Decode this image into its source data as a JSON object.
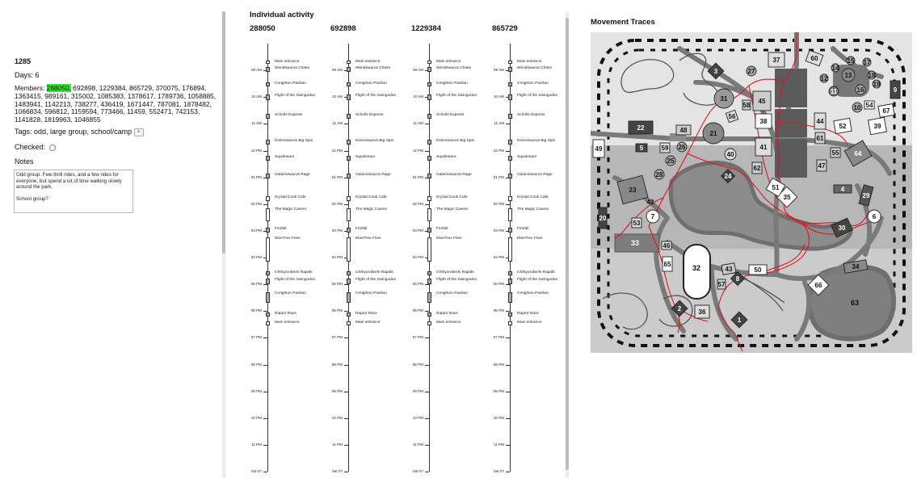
{
  "group": {
    "id": "1285",
    "days": "Days: 6",
    "members_label": "Members:",
    "highlighted_member": "288050,",
    "members_rest": "692898, 1229384, 865729, 370075, 176894, 1363415, 989161, 315002, 1085383, 1378617, 1789736, 1058885, 1483941, 1142213, 738277, 436419, 1671447, 787081, 1878482, 1066834, 596812, 1159594, 773466, 11459, 552471, 742153, 1141828, 1819963, 1046855",
    "tags": "Tags: odd, large group, school/camp",
    "tag_add": "+",
    "checked": "Checked:",
    "notes_label": "Notes",
    "notes": "Odd group. Few thrill rides, and a few rides for everyone, but spend a lot of time walking slowly around the park.\n\nSchool group?"
  },
  "activity": {
    "title": "Individual activity",
    "hours": [
      "09 AM",
      "10 AM",
      "11 AM",
      "12 PM",
      "01 PM",
      "02 PM",
      "03 PM",
      "04 PM",
      "05 PM",
      "06 PM",
      "07 PM",
      "08 PM",
      "09 PM",
      "10 PM",
      "11 PM",
      "Sat 07"
    ],
    "visitors": [
      {
        "id": "288050"
      },
      {
        "id": "692898"
      },
      {
        "id": "1229384"
      },
      {
        "id": "865729"
      }
    ],
    "events": [
      {
        "label": "Main entrance",
        "start": 8.62,
        "end": 8.7,
        "gray": false
      },
      {
        "label": "Wendisaurus Chase",
        "start": 8.88,
        "end": 9.07,
        "gray": true
      },
      {
        "label": "Creighton Pavilion",
        "start": 9.45,
        "end": 9.6,
        "gray": true
      },
      {
        "label": "Flight of the Swingodon",
        "start": 9.9,
        "end": 10.1,
        "gray": true
      },
      {
        "label": "Scholtz Express",
        "start": 10.62,
        "end": 10.82,
        "gray": true
      },
      {
        "label": "Keimosaurus Big Spin",
        "start": 11.6,
        "end": 11.78,
        "gray": true
      },
      {
        "label": "Squidosaur",
        "start": 12.2,
        "end": 12.38,
        "gray": true
      },
      {
        "label": "Galactosaurus Rage",
        "start": 12.85,
        "end": 13.05,
        "gray": true
      },
      {
        "label": "Krystal Cook Cafe",
        "start": 13.7,
        "end": 13.9,
        "gray": false
      },
      {
        "label": "The Magic Cavern",
        "start": 14.15,
        "end": 14.65,
        "gray": false
      },
      {
        "label": "Firefall",
        "start": 14.88,
        "end": 15.05,
        "gray": true
      },
      {
        "label": "EberTrex Fries",
        "start": 15.25,
        "end": 16.15,
        "gray": false
      },
      {
        "label": "Ichthyoroberts Rapids",
        "start": 16.5,
        "end": 16.65,
        "gray": true
      },
      {
        "label": "Flight of the Swingodon",
        "start": 16.78,
        "end": 17.0,
        "gray": true
      },
      {
        "label": "Creighton Pavilion",
        "start": 17.3,
        "end": 17.7,
        "gray": true
      },
      {
        "label": "Raptor Race",
        "start": 18.05,
        "end": 18.2,
        "gray": true
      },
      {
        "label": "Main entrance",
        "start": 18.38,
        "end": 18.55,
        "gray": false
      }
    ]
  },
  "map": {
    "title": "Movement Traces",
    "labels": [
      "1",
      "2",
      "3",
      "4",
      "5",
      "6",
      "7",
      "8",
      "9",
      "10",
      "11",
      "12",
      "13",
      "14",
      "15",
      "16",
      "17",
      "18",
      "19",
      "20",
      "21",
      "22",
      "23",
      "24",
      "25",
      "26",
      "27",
      "28",
      "29",
      "30",
      "31",
      "32",
      "33",
      "34",
      "35",
      "36",
      "37",
      "38",
      "39",
      "40",
      "41",
      "42",
      "43",
      "44",
      "45",
      "46",
      "47",
      "48",
      "49",
      "50",
      "51",
      "52",
      "53",
      "54",
      "55",
      "56",
      "57",
      "58",
      "59",
      "60",
      "61",
      "62",
      "63",
      "64",
      "65",
      "66",
      "67"
    ],
    "trace_color": "#e0141c"
  }
}
